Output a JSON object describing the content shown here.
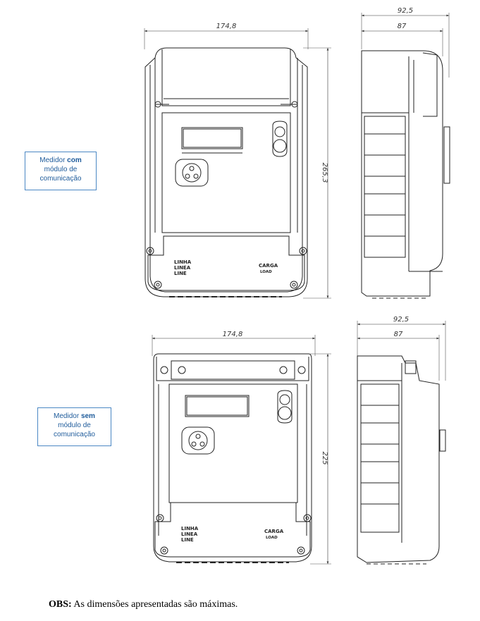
{
  "callouts": {
    "with_module": {
      "prefix": "Medidor ",
      "emphasis": "com",
      "line2": "módulo de",
      "line3": "comunicação"
    },
    "without_module": {
      "prefix": "Medidor ",
      "emphasis": "sem",
      "line2": "módulo de",
      "line3": "comunicação"
    }
  },
  "top_view": {
    "front_width": "174,8",
    "front_height": "265,3",
    "side_overall_depth": "92,5",
    "side_body_depth": "87",
    "labels_left": [
      "LINHA",
      "LINEA",
      "LINE"
    ],
    "labels_right": [
      "CARGA",
      "LOAD"
    ]
  },
  "bottom_view": {
    "front_width": "174,8",
    "front_height": "225",
    "side_overall_depth": "92,5",
    "side_body_depth": "87",
    "labels_left": [
      "LINHA",
      "LINEA",
      "LINE"
    ],
    "labels_right": [
      "CARGA",
      "LOAD"
    ]
  },
  "note": {
    "label": "OBS:",
    "text": " As dimensões apresentadas são máximas."
  }
}
